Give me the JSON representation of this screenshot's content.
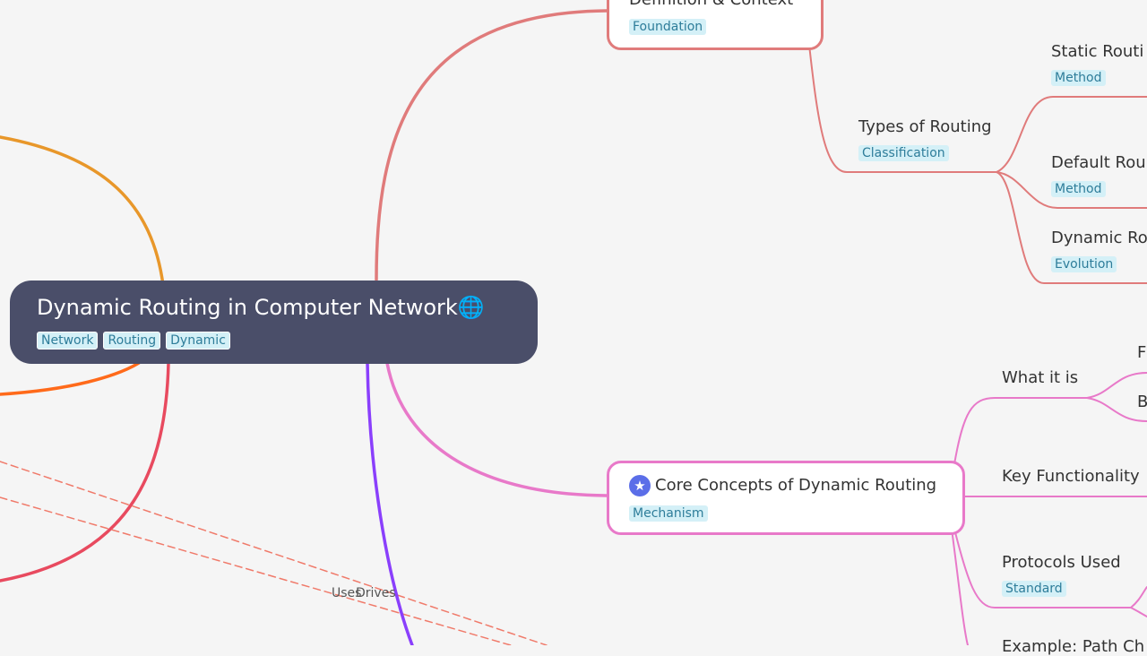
{
  "root": {
    "title": "Dynamic Routing in Computer Network",
    "icon": "globe-icon",
    "icon_glyph": "🌐",
    "tags": [
      "Network",
      "Routing",
      "Dynamic"
    ]
  },
  "nodes": {
    "definition": {
      "title": "Definition & Context",
      "tag": "Foundation",
      "color": "#e07b7b"
    },
    "types": {
      "title": "Types of Routing",
      "tag": "Classification"
    },
    "static": {
      "title": "Static Routi",
      "tag": "Method"
    },
    "default": {
      "title": "Default Rou",
      "tag": "Method"
    },
    "dynamic": {
      "title": "Dynamic Ro",
      "tag": "Evolution"
    },
    "core": {
      "title": "Core Concepts of Dynamic Routing",
      "tag": "Mechanism",
      "icon": "star-icon",
      "color": "#e879c9"
    },
    "what": {
      "title": "What it is"
    },
    "what_child1": {
      "title": "F"
    },
    "what_child2": {
      "title": "B"
    },
    "key": {
      "title": "Key Functionality"
    },
    "protocols": {
      "title": "Protocols Used",
      "tag": "Standard"
    },
    "example": {
      "title": "Example: Path Ch"
    }
  },
  "edge_labels": {
    "uses": "Uses",
    "drives": "Drives"
  },
  "colors": {
    "background": "#f5f5f5",
    "root": "#4a4e69",
    "tag_bg": "#d4f0f7",
    "tag_text": "#2e7d9a",
    "branch_definition": "#e07b7b",
    "branch_core": "#e879c9",
    "branch_orange": "#e8972a",
    "branch_orange_red": "#ff6a1a",
    "branch_red": "#e84a5f",
    "branch_purple": "#8a3ffc",
    "dashed_relation": "#f07a6a"
  }
}
